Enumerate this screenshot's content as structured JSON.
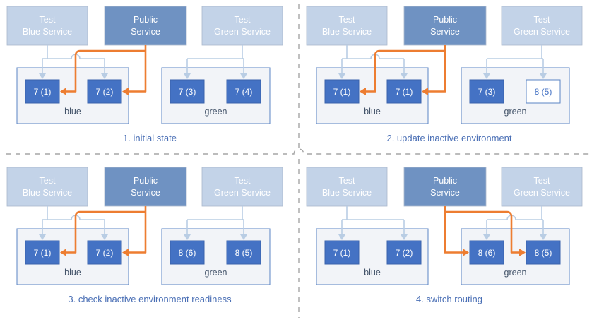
{
  "theme": {
    "bg": "#ffffff",
    "service_light": "#c3d3e8",
    "service_dark": "#6f92c2",
    "service_text": "#ffffff",
    "pod_fill": "#4472c4",
    "pod_border": "#3a62ab",
    "pod_text": "#ffffff",
    "pod_empty_fill": "#ffffff",
    "pod_empty_text": "#4472c4",
    "env_fill": "#f2f4f8",
    "env_border": "#5b84c4",
    "label_text": "#44546a",
    "caption_text": "#4a6fb5",
    "connector": "#b9cde4",
    "route": "#ed7d31",
    "divider": "#a6a6a6"
  },
  "services": {
    "test_blue": {
      "line1": "Test",
      "line2": "Blue Service"
    },
    "public": {
      "line1": "Public",
      "line2": "Service"
    },
    "test_green": {
      "line1": "Test",
      "line2": "Green Service"
    }
  },
  "environments": {
    "blue_label": "blue",
    "green_label": "green"
  },
  "panels": [
    {
      "id": "panel-1",
      "caption": "1. initial state",
      "blue_pods": [
        {
          "label": "7 (1)",
          "state": "running"
        },
        {
          "label": "7 (2)",
          "state": "running"
        }
      ],
      "green_pods": [
        {
          "label": "7 (3)",
          "state": "running"
        },
        {
          "label": "7 (4)",
          "state": "running"
        }
      ],
      "public_routes_to": "blue",
      "test_blue_routes": true,
      "test_green_routes": true
    },
    {
      "id": "panel-2",
      "caption": "2. update inactive environment",
      "blue_pods": [
        {
          "label": "7 (1)",
          "state": "running"
        },
        {
          "label": "7 (1)",
          "state": "running"
        }
      ],
      "green_pods": [
        {
          "label": "7 (3)",
          "state": "running"
        },
        {
          "label": "8 (5)",
          "state": "starting"
        }
      ],
      "public_routes_to": "blue",
      "test_blue_routes": true,
      "test_green_routes": true
    },
    {
      "id": "panel-3",
      "caption": "3. check inactive environment readiness",
      "blue_pods": [
        {
          "label": "7 (1)",
          "state": "running"
        },
        {
          "label": "7 (2)",
          "state": "running"
        }
      ],
      "green_pods": [
        {
          "label": "8 (6)",
          "state": "running"
        },
        {
          "label": "8 (5)",
          "state": "running"
        }
      ],
      "public_routes_to": "blue",
      "test_blue_routes": true,
      "test_green_routes": true
    },
    {
      "id": "panel-4",
      "caption": "4. switch routing",
      "blue_pods": [
        {
          "label": "7 (1)",
          "state": "running"
        },
        {
          "label": "7 (2)",
          "state": "running"
        }
      ],
      "green_pods": [
        {
          "label": "8 (6)",
          "state": "running"
        },
        {
          "label": "8 (5)",
          "state": "running"
        }
      ],
      "public_routes_to": "green",
      "test_blue_routes": true,
      "test_green_routes": true
    }
  ]
}
